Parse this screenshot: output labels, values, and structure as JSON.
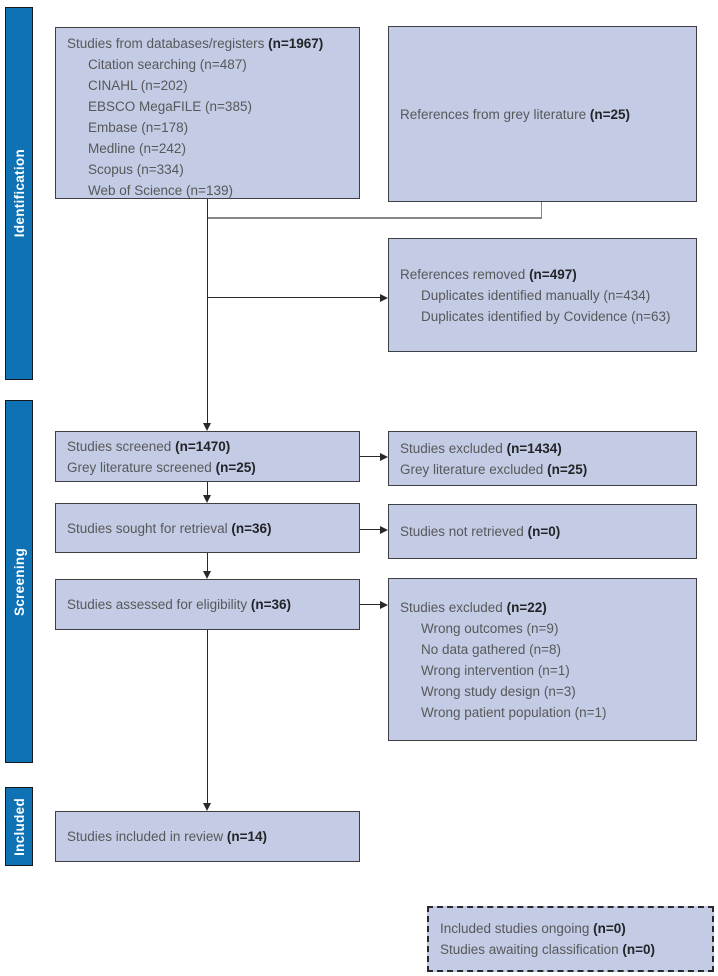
{
  "palette": {
    "box_fill": "#c3cce4",
    "box_border": "#3d3f45",
    "stage_bar_fill": "#0f72b5",
    "stage_bar_text": "#ffffff",
    "body_text": "#57585a",
    "bold_text": "#232428",
    "arrow_line": "#27292d",
    "elbow_line_grey": "#85878a"
  },
  "sidebar": {
    "bars": [
      {
        "label": "Identification"
      },
      {
        "label": "Screening"
      },
      {
        "label": "Included"
      }
    ]
  },
  "boxes": {
    "databases": {
      "head": {
        "text": "Studies from databases/registers ",
        "n": "(n=1967)"
      },
      "items": [
        "Citation searching (n=487)",
        "CINAHL (n=202)",
        "EBSCO MegaFILE (n=385)",
        "Embase (n=178)",
        "Medline (n=242)",
        "Scopus (n=334)",
        "Web of Science (n=139)"
      ]
    },
    "grey_literature": {
      "head": {
        "text": "References from grey literature ",
        "n": "(n=25)"
      }
    },
    "references_removed": {
      "head": {
        "text": "References removed ",
        "n": "(n=497)"
      },
      "items": [
        "Duplicates identified manually (n=434)",
        "Duplicates identified by Covidence (n=63)"
      ]
    },
    "screened": {
      "lines": [
        {
          "text": "Studies screened ",
          "n": "(n=1470)"
        },
        {
          "text": "Grey literature screened ",
          "n": "(n=25)"
        }
      ]
    },
    "excluded_screening": {
      "lines": [
        {
          "text": "Studies excluded ",
          "n": "(n=1434)"
        },
        {
          "text": "Grey literature excluded ",
          "n": "(n=25)"
        }
      ]
    },
    "sought": {
      "head": {
        "text": "Studies sought for retrieval ",
        "n": "(n=36)"
      }
    },
    "not_retrieved": {
      "head": {
        "text": "Studies not retrieved ",
        "n": "(n=0)"
      }
    },
    "assessed": {
      "head": {
        "text": "Studies assessed for eligibility ",
        "n": "(n=36)"
      }
    },
    "excluded_eligibility": {
      "head": {
        "text": "Studies excluded ",
        "n": "(n=22)"
      },
      "items": [
        "Wrong outcomes (n=9)",
        "No data gathered (n=8)",
        "Wrong intervention (n=1)",
        "Wrong study design (n=3)",
        "Wrong patient population (n=1)"
      ]
    },
    "included_review": {
      "head": {
        "text": "Studies included in review ",
        "n": "(n=14)"
      }
    },
    "awaiting": {
      "lines": [
        {
          "text": "Included studies ongoing ",
          "n": "(n=0)"
        },
        {
          "text": "Studies awaiting classification ",
          "n": "(n=0)"
        }
      ]
    }
  }
}
